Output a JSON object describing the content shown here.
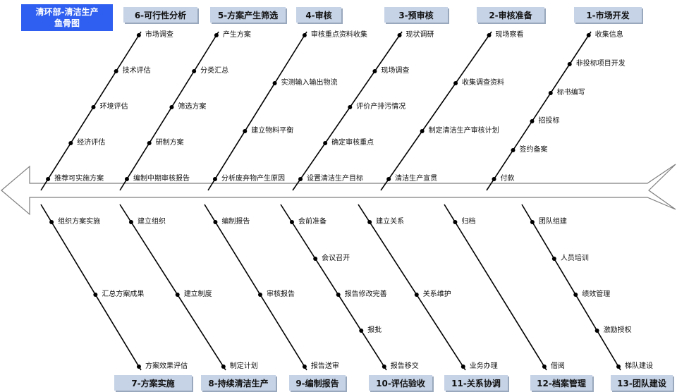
{
  "title": [
    "清环部-清洁生产",
    "鱼骨图"
  ],
  "colors": {
    "title_bg": "#2f5ff0",
    "category_bg": "#c6d3e6",
    "line": "#000000"
  },
  "top_categories": [
    {
      "label": "6-可行性分析",
      "items": [
        "市场调查",
        "技术评估",
        "环境评估",
        "经济评估",
        "推荐可实施方案"
      ]
    },
    {
      "label": "5-方案产生筛选",
      "items": [
        "产生方案",
        "分类汇总",
        "筛选方案",
        "研制方案",
        "编制中期审核报告"
      ]
    },
    {
      "label": "4-审核",
      "items": [
        "审核重点资料收集",
        "实测输入输出物流",
        "建立物料平衡",
        "分析废弃物产生原因"
      ]
    },
    {
      "label": "3-预审核",
      "items": [
        "现状调研",
        "现场调查",
        "评价产排污情况",
        "确定审核重点",
        "设置清洁生产目标"
      ]
    },
    {
      "label": "2-审核准备",
      "items": [
        "现场察看",
        "收集调查资料",
        "制定清洁生产审核计划",
        "清洁生产宣贯"
      ]
    },
    {
      "label": "1-市场开发",
      "items": [
        "收集信息",
        "非投标项目开发",
        "标书编写",
        "招投标",
        "签约备案",
        "付款"
      ]
    }
  ],
  "bottom_categories": [
    {
      "label": "7-方案实施",
      "items": [
        "组织方案实施",
        "汇总方案成果",
        "方案效果评估"
      ]
    },
    {
      "label": "8-持续清洁生产",
      "items": [
        "建立组织",
        "建立制度",
        "制定计划"
      ]
    },
    {
      "label": "9-编制报告",
      "items": [
        "编制报告",
        "审核报告",
        "报告送审"
      ]
    },
    {
      "label": "10-评估验收",
      "items": [
        "会前准备",
        "会议召开",
        "报告修改完善",
        "报批",
        "报告移交"
      ]
    },
    {
      "label": "11-关系协调",
      "items": [
        "建立关系",
        "关系维护",
        "业务办理"
      ]
    },
    {
      "label": "12-档案管理",
      "items": [
        "归档",
        "借阅"
      ]
    },
    {
      "label": "13-团队建设",
      "items": [
        "团队组建",
        "人员培训",
        "绩效管理",
        "激励授权",
        "梯队建设"
      ]
    }
  ]
}
